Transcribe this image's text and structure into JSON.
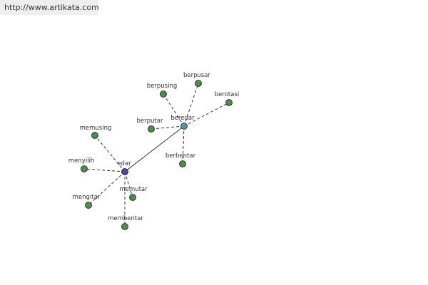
{
  "source_url": "http://www.artikata.com",
  "colors": {
    "leaf_node": "#4f8a4f",
    "root_node": "#4a4aa0",
    "hub_node": "#4f9a9a",
    "edge": "#222222"
  },
  "graph": {
    "nodes": [
      {
        "id": "edar",
        "label": "edar",
        "kind": "root"
      },
      {
        "id": "beredar",
        "label": "beredar",
        "kind": "hub"
      },
      {
        "id": "berpusar",
        "label": "berpusar",
        "kind": "leaf"
      },
      {
        "id": "berpusing",
        "label": "berpusing",
        "kind": "leaf"
      },
      {
        "id": "berotasi",
        "label": "berotasi",
        "kind": "leaf"
      },
      {
        "id": "berputar",
        "label": "berputar",
        "kind": "leaf"
      },
      {
        "id": "berbentar",
        "label": "berbentar",
        "kind": "leaf"
      },
      {
        "id": "memusing",
        "label": "memusing",
        "kind": "leaf"
      },
      {
        "id": "menyilih",
        "label": "menyilih",
        "kind": "leaf"
      },
      {
        "id": "mengitar",
        "label": "mengitar",
        "kind": "leaf"
      },
      {
        "id": "memutar",
        "label": "memutar",
        "kind": "leaf"
      },
      {
        "id": "membentar",
        "label": "membentar",
        "kind": "leaf"
      }
    ],
    "edges": [
      {
        "from": "edar",
        "to": "beredar",
        "style": "solid"
      },
      {
        "from": "beredar",
        "to": "berpusar",
        "style": "dashed"
      },
      {
        "from": "beredar",
        "to": "berpusing",
        "style": "dashed"
      },
      {
        "from": "beredar",
        "to": "berotasi",
        "style": "dashed"
      },
      {
        "from": "beredar",
        "to": "berputar",
        "style": "dashed"
      },
      {
        "from": "beredar",
        "to": "berbentar",
        "style": "dashed"
      },
      {
        "from": "edar",
        "to": "memusing",
        "style": "dashed"
      },
      {
        "from": "edar",
        "to": "menyilih",
        "style": "dashed"
      },
      {
        "from": "edar",
        "to": "mengitar",
        "style": "dashed"
      },
      {
        "from": "edar",
        "to": "memutar",
        "style": "dashed"
      },
      {
        "from": "edar",
        "to": "membentar",
        "style": "dashed"
      }
    ]
  }
}
